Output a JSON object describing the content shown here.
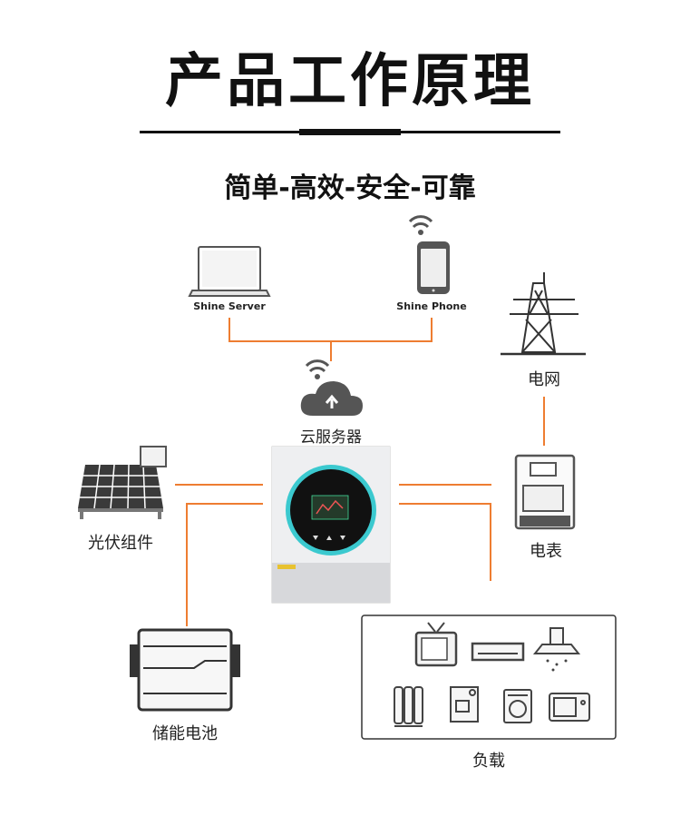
{
  "header": {
    "title": "产品工作原理",
    "subtitle": "简单-高效-安全-可靠"
  },
  "nodes": {
    "shine_server": "Shine Server",
    "shine_phone": "Shine Phone",
    "cloud": "云服务器",
    "grid": "电网",
    "meter": "电表",
    "pv": "光伏组件",
    "battery": "储能电池",
    "load": "负载"
  },
  "colors": {
    "line": "#ee7d31",
    "text": "#222222",
    "icon": "#444444"
  }
}
